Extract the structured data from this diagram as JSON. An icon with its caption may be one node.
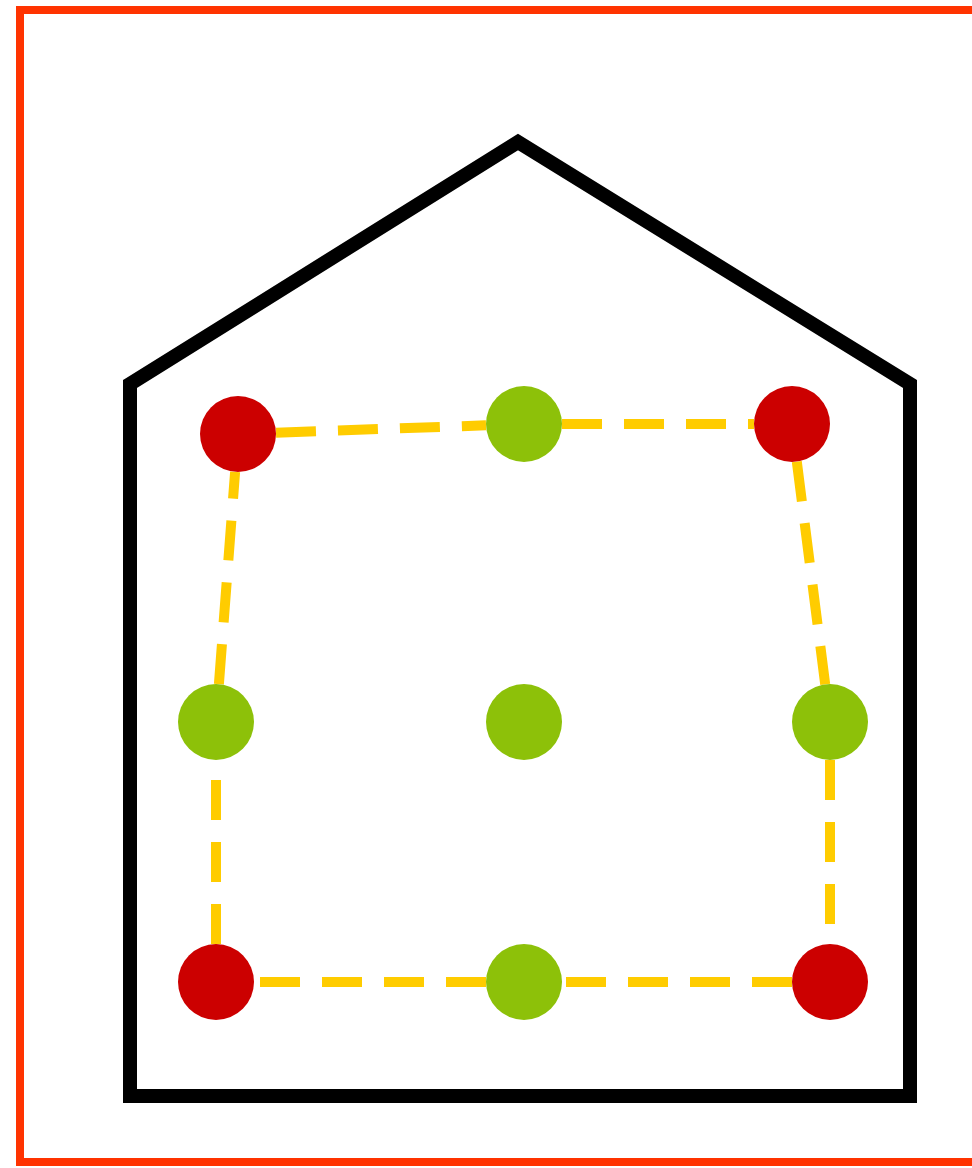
{
  "diagram": {
    "nodes": [
      {
        "text": [],
        "shape": "pentagon"
      },
      {
        "text": [],
        "shape": "circle",
        "in": 0
      },
      {
        "text": [],
        "shape": "circle",
        "in": 0
      },
      {
        "text": [],
        "shape": "circle",
        "in": 0
      },
      {
        "text": [],
        "shape": "circle",
        "in": 0
      },
      {
        "text": [],
        "shape": "circle",
        "in": 0
      },
      {
        "text": [],
        "shape": "circle",
        "in": 0
      },
      {
        "text": [],
        "shape": "circle",
        "in": 0
      },
      {
        "text": [],
        "shape": "circle",
        "in": 0
      },
      {
        "text": [],
        "shape": "circle",
        "in": 0
      }
    ],
    "edges": [
      {
        "from": 1,
        "to": 2,
        "arrow": "none",
        "style": "dashed",
        "color": "#ffcc00"
      },
      {
        "from": 2,
        "to": 3,
        "arrow": "none",
        "style": "dashed",
        "color": "#ffcc00"
      },
      {
        "from": 3,
        "to": 6,
        "arrow": "none",
        "style": "dashed",
        "color": "#ffcc00"
      },
      {
        "from": 6,
        "to": 9,
        "arrow": "none",
        "style": "dashed",
        "color": "#ffcc00"
      },
      {
        "from": 9,
        "to": 8,
        "arrow": "none",
        "style": "dashed",
        "color": "#ffcc00"
      },
      {
        "from": 8,
        "to": 7,
        "arrow": "none",
        "style": "dashed",
        "color": "#ffcc00"
      },
      {
        "from": 7,
        "to": 4,
        "arrow": "none",
        "style": "dashed",
        "color": "#ffcc00"
      },
      {
        "from": 4,
        "to": 1,
        "arrow": "none",
        "style": "dashed",
        "color": "#ffcc00"
      }
    ]
  }
}
